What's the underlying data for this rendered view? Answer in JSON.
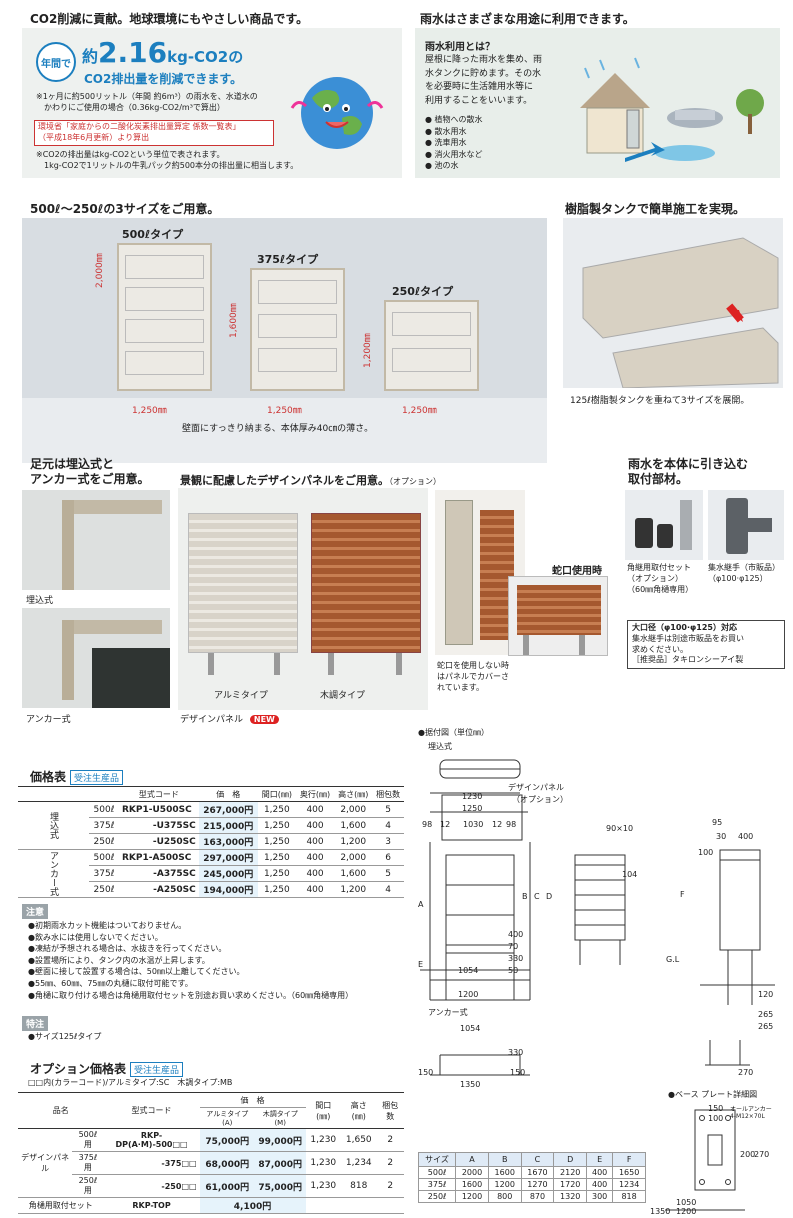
{
  "co2": {
    "heading": "CO2削減に貢献。地球環境にもやさしい商品です。",
    "badge": "年間で",
    "big_prefix": "約",
    "big_value": "2.16",
    "big_unit": "kg-CO2の",
    "line2": "CO2排出量を削減できます。",
    "note1": "※1ヶ月に約500リットル（年間 約6m³）の雨水を、水道水の",
    "note2": "かわりにご使用の場合（0.36kg-CO2/m³で算出）",
    "ref1": "環境省「家庭からの二酸化炭素排出量算定 係数一覧表」",
    "ref2": "（平成18年6月更新）より算出",
    "note3": "※CO2の排出量はkg-CO2という単位で表されます。",
    "note4": "1kg-CO2で1リットルの牛乳パック約500本分の排出量に相当します。"
  },
  "rain": {
    "heading": "雨水はさまざまな用途に利用できます。",
    "title": "雨水利用とは？",
    "body": [
      "屋根に降った雨水を集め、雨",
      "水タンクに貯めます。その水",
      "を必要時に生活雑用水等に",
      "利用することをいいます。"
    ],
    "uses": [
      "植物への散水",
      "散水用水",
      "洗車用水",
      "消火用水など",
      "池の水"
    ]
  },
  "sizes": {
    "heading": "500ℓ～250ℓの3サイズをご用意。",
    "types": [
      {
        "label": "500ℓタイプ",
        "height": "2,000㎜",
        "width": "1,250㎜"
      },
      {
        "label": "375ℓタイプ",
        "height": "1,600㎜",
        "width": "1,250㎜"
      },
      {
        "label": "250ℓタイプ",
        "height": "1,200㎜",
        "width": "1,250㎜"
      }
    ],
    "caption": "壁面にすっきり納まる、本体厚み40㎝の薄さ。"
  },
  "resin": {
    "heading": "樹脂製タンクで簡単施工を実現。",
    "caption": "125ℓ樹脂製タンクを重ねて3サイズを展開。"
  },
  "foot": {
    "heading1": "足元は埋込式と",
    "heading2": "アンカー式をご用意。",
    "label1": "埋込式",
    "label2": "アンカー式"
  },
  "panel": {
    "heading": "景観に配慮したデザインパネルをご用意。",
    "heading_note": "（オプション）",
    "alumi": "アルミタイプ",
    "wood": "木調タイプ",
    "caption": "デザインパネル",
    "new": "NEW",
    "faucet": "蛇口使用時",
    "note1": "蛇口を使用しない時",
    "note2": "はパネルでカバーさ",
    "note3": "れています。"
  },
  "intake": {
    "heading1": "雨水を本体に引き込む",
    "heading2": "取付部材。",
    "item1": [
      "角継用取付セット",
      "（オプション）",
      "（60㎜角樋専用）"
    ],
    "item2": [
      "集水継手（市販品）",
      "（φ100·φ125）"
    ],
    "box_title": "大口径（φ100·φ125）対応",
    "box1": "集水継手は別途市販品をお買い",
    "box2": "求めください。",
    "box3": "［推奨品］タキロンシーアイ製"
  },
  "price": {
    "heading": "価格表",
    "tag": "受注生産品",
    "headers": [
      "型式コード",
      "価　格",
      "間口(㎜)",
      "奥行(㎜)",
      "高さ(㎜)",
      "梱包数"
    ],
    "group1": "埋込式",
    "group2": "アンカー式",
    "rows": [
      {
        "cap": "500ℓ",
        "code": "RKP1-U500SC",
        "price": "267,000円",
        "w": "1,250",
        "d": "400",
        "h": "2,000",
        "pk": "5"
      },
      {
        "cap": "375ℓ",
        "code": "-U375SC",
        "price": "215,000円",
        "w": "1,250",
        "d": "400",
        "h": "1,600",
        "pk": "4"
      },
      {
        "cap": "250ℓ",
        "code": "-U250SC",
        "price": "163,000円",
        "w": "1,250",
        "d": "400",
        "h": "1,200",
        "pk": "3"
      },
      {
        "cap": "500ℓ",
        "code": "RKP1-A500SC",
        "price": "297,000円",
        "w": "1,250",
        "d": "400",
        "h": "2,000",
        "pk": "6"
      },
      {
        "cap": "375ℓ",
        "code": "-A375SC",
        "price": "245,000円",
        "w": "1,250",
        "d": "400",
        "h": "1,600",
        "pk": "5"
      },
      {
        "cap": "250ℓ",
        "code": "-A250SC",
        "price": "194,000円",
        "w": "1,250",
        "d": "400",
        "h": "1,200",
        "pk": "4"
      }
    ]
  },
  "notes": {
    "title": "注意",
    "items": [
      "●初期雨水カット機能はついておりません。",
      "●飲み水には使用しないでください。",
      "●凍結が予想される場合は、水抜きを行ってください。",
      "●設置場所により、タンク内の水温が上昇します。",
      "●壁面に接して設置する場合は、50㎜以上離してください。",
      "●55㎜、60㎜、75㎜の丸樋に取付可能です。",
      "●角樋に取り付ける場合は角樋用取付セットを別途お買い求めください。（60㎜角樋専用）"
    ],
    "special_title": "特注",
    "special": "●サイズ125ℓタイプ"
  },
  "option": {
    "heading": "オプション価格表",
    "tag": "受注生産品",
    "sub": "□□内(カラーコード)/アルミタイプ:SC　木調タイプ:MB",
    "h_name": "品名",
    "h_code": "型式コード",
    "h_price": "価　格",
    "h_alumi": "アルミタイプ(A)",
    "h_wood": "木調タイプ(M)",
    "h_w": "間口(㎜)",
    "h_h": "高さ(㎜)",
    "h_pk": "梱包数",
    "name1": "デザインパネル",
    "rows": [
      {
        "cap": "500ℓ用",
        "code": "RKP-DP(A·M)-500□□",
        "a": "75,000円",
        "m": "99,000円",
        "w": "1,230",
        "h": "1,650",
        "pk": "2"
      },
      {
        "cap": "375ℓ用",
        "code": "-375□□",
        "a": "68,000円",
        "m": "87,000円",
        "w": "1,230",
        "h": "1,234",
        "pk": "2"
      },
      {
        "cap": "250ℓ用",
        "code": "-250□□",
        "a": "61,000円",
        "m": "75,000円",
        "w": "1,230",
        "h": "818",
        "pk": "2"
      }
    ],
    "last_name": "角樋用取付セット",
    "last_code": "RKP-TOP",
    "last_price": "4,100円"
  },
  "drawing": {
    "title": "●据付図（単位㎜）",
    "embed": "埋込式",
    "panel_label1": "デザインパネル",
    "panel_label2": "（オプション）",
    "d1230": "1230",
    "d1250": "1250",
    "d98a": "98",
    "d12a": "12",
    "d1030": "1030",
    "d12b": "12",
    "d98b": "98",
    "d90x10": "90×10",
    "d95": "95",
    "d30": "30",
    "d400": "400",
    "d100": "100",
    "d104": "104",
    "dA": "A",
    "dB": "B",
    "dC": "C",
    "dD": "D",
    "dE": "E",
    "dF": "F",
    "d400b": "400",
    "d70": "70",
    "d330": "330",
    "d1054": "1054",
    "d1200": "1200",
    "d50": "50",
    "d120": "120",
    "d265": "265",
    "gl": "G.L",
    "anchor": "アンカー式",
    "d1054b": "1054",
    "d330b": "330",
    "d150a": "150",
    "d1350": "1350",
    "d150b": "150",
    "d265b": "265",
    "d270": "270",
    "base_title": "●ベース プレート詳細図",
    "bolt1": "オールアンカー",
    "bolt2": "4-M12×70L",
    "b150": "150",
    "b100": "100",
    "b200": "200",
    "b270": "270",
    "b1050": "1050",
    "b1200": "1200",
    "b1350": "1350"
  },
  "size_table": {
    "headers": [
      "サイズ",
      "A",
      "B",
      "C",
      "D",
      "E",
      "F"
    ],
    "rows": [
      [
        "500ℓ",
        "2000",
        "1600",
        "1670",
        "2120",
        "400",
        "1650"
      ],
      [
        "375ℓ",
        "1600",
        "1200",
        "1270",
        "1720",
        "400",
        "1234"
      ],
      [
        "250ℓ",
        "1200",
        "800",
        "870",
        "1320",
        "300",
        "818"
      ]
    ]
  }
}
